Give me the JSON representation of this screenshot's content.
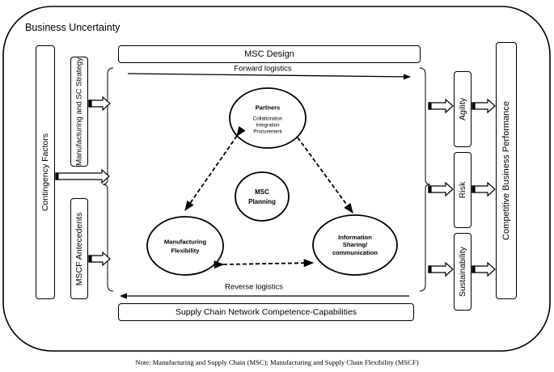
{
  "title": "Business Uncertainty",
  "left": {
    "contingency": "Contingency Factors",
    "strategy": "Manufacturing and SC Strategy",
    "antecedents": "MSCF Antecedents"
  },
  "center": {
    "design": "MSC Design",
    "forward": "Forward logistics",
    "reverse": "Reverse logistics",
    "network": "Supply Chain Network Competence-Capabilities",
    "partners": {
      "title": "Partners",
      "lines": [
        "Collaboration",
        "Integration",
        "Procurement"
      ]
    },
    "planning": [
      "MSC",
      "Planning"
    ],
    "flexibility": [
      "Manufacturing",
      "Flexibility"
    ],
    "information": [
      "Information",
      "Sharing/",
      "communication"
    ]
  },
  "right": {
    "agility": "Agility",
    "risk": "Risk",
    "sustainability": "Sustainability",
    "performance": "Competitive Business Performance"
  },
  "note": "Note: Manufacturing and Supply Chain (MSC); Manufacturing and Supply Chain Flexibility (MSCF)"
}
